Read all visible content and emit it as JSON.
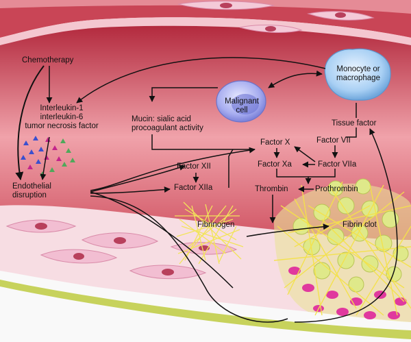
{
  "colors": {
    "vessel_wall": "#f3d6d8",
    "lumen": "#c8384a",
    "lumen_light": "#ef8f98",
    "endothelial_cell": "#f6c3d6",
    "nucleus": "#b8405c",
    "outer_band": "#c8d25a",
    "fibrin": "#f2e45a",
    "platelet": "#e6ec9a",
    "rbc": "#e23fa0",
    "malignant_cell": "#8f96e6",
    "monocyte": "#9ac6f0",
    "arrow": "#111111"
  },
  "labels": {
    "chemotherapy": "Chemotherapy",
    "cytokines": [
      "Interleukin-1",
      "interleukin-6",
      "tumor necrosis factor"
    ],
    "endothelial": [
      "Endothelial",
      "disruption"
    ],
    "malignant": [
      "Malignant",
      "cell"
    ],
    "monocyte": [
      "Monocyte or",
      "macrophage"
    ],
    "mucin": [
      "Mucin: sialic acid",
      "procoagulant activity"
    ],
    "tissue_factor": "Tissue factor",
    "factor_x": "Factor X",
    "factor_vii": "Factor VII",
    "factor_xa": "Factor Xa",
    "factor_viia": "Factor VIIa",
    "factor_xii": "Factor XII",
    "factor_xiia": "Factor XIIa",
    "thrombin": "Thrombin",
    "prothrombin": "Prothrombin",
    "fibrinogen": "Fibrinogen",
    "fibrin_clot": "Fibrin clot"
  }
}
